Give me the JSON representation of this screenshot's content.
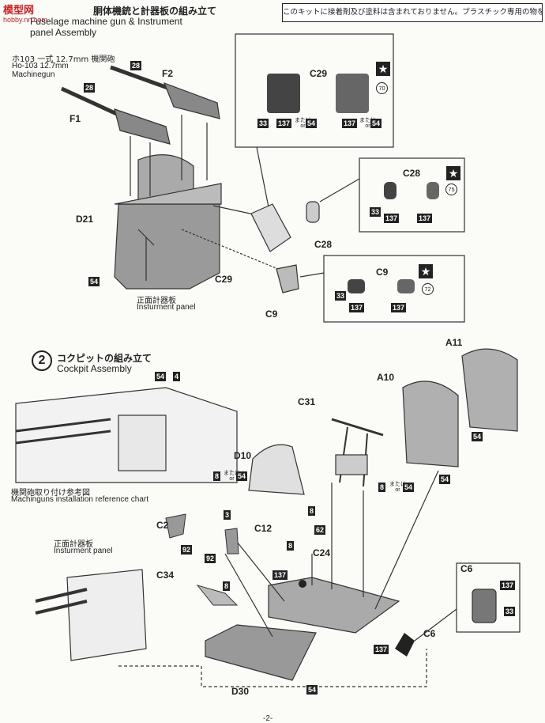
{
  "notice": "このキットに接着剤及び塗料は含まれておりません。プラスチック専用の物をお求め下さい。",
  "watermark": "模型网",
  "watermark_url": "hobby.nn.com",
  "step1": {
    "title_jp": "胴体機銃と計器板の組み立て",
    "title_en_line1": "Fuselage machine gun & Instrument",
    "title_en_line2": "panel Assembly",
    "gun_label_jp": "ホ103 一式 12.7mm 機関砲",
    "gun_label_en1": "Ho-103 12.7mm",
    "gun_label_en2": "Machinegun"
  },
  "step2": {
    "number": "2",
    "title_jp": "コクピットの組み立て",
    "title_en": "Cockpit Assembly",
    "ref_caption_jp": "機関砲取り付け参考図",
    "ref_caption_en": "Machinguns installation reference chart",
    "panel_caption_jp": "正面計器板",
    "panel_caption_en": "Insturment panel"
  },
  "parts": {
    "F1": "F1",
    "F2": "F2",
    "D21": "D21",
    "C29": "C29",
    "C28": "C28",
    "C9": "C9",
    "A11": "A11",
    "A10": "A10",
    "C31": "C31",
    "D10": "D10",
    "C2": "C2",
    "C12": "C12",
    "C24": "C24",
    "C34": "C34",
    "C6": "C6",
    "D30": "D30"
  },
  "paints": {
    "p28": "28",
    "p54": "54",
    "p137": "137",
    "p8": "8",
    "p4": "4",
    "p3": "3",
    "p92": "92",
    "p62": "62",
    "p33": "33"
  },
  "or_text_jp": "または",
  "or_text_en": "or",
  "decals": {
    "d70": "70",
    "d75": "75",
    "d72": "72"
  },
  "instrument_caption_jp": "正面計器板",
  "instrument_caption_en": "Insturment panel",
  "page_number": "-2-",
  "star": "★"
}
